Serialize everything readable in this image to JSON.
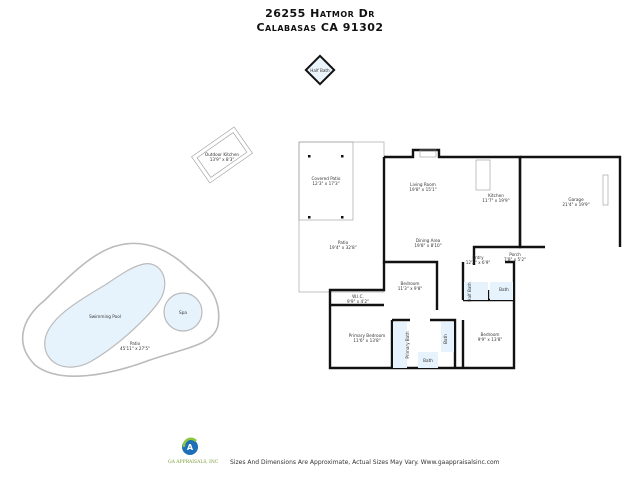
{
  "header": {
    "line1": "26255 Hatmor Dr",
    "line2": "Calabasas CA 91302"
  },
  "rooms": {
    "half_bath_top": "Half Bath",
    "outdoor_kitchen": {
      "name": "Outdoor Kitchen",
      "size": "13'9\" x 8'3\""
    },
    "covered_patio": {
      "name": "Covered Patio",
      "size": "12'3\" x 17'3\""
    },
    "patio": {
      "name": "Patio",
      "size": "19'4\" x 32'8\""
    },
    "living_room": {
      "name": "Living Room",
      "size": "19'8\" x 15'1\""
    },
    "kitchen": {
      "name": "Kitchen",
      "size": "11'7\" x 19'9\""
    },
    "garage": {
      "name": "Garage",
      "size": "21'4\" x 19'9\""
    },
    "dining_area": {
      "name": "Dining Area",
      "size": "19'8\" x 8'10\""
    },
    "entry": {
      "name": "Entry",
      "size": "12'2\" x 6'9\""
    },
    "porch": {
      "name": "Porch",
      "size": "7'8\" x 5'2\""
    },
    "bedroom_1": {
      "name": "Bedroom",
      "size": "11'3\" x 9'8\""
    },
    "wic": {
      "name": "W.I.C.",
      "size": "9'9\" x 4'2\""
    },
    "primary_bedroom": {
      "name": "Primary Bedroom",
      "size": "11'6\" x 13'8\""
    },
    "primary_bath": "Primary Bath",
    "bath_small": "Bath",
    "bath_vertical": "Bath",
    "half_bath": "Half Bath",
    "bath_upper": "Bath",
    "bedroom_2": {
      "name": "Bedroom",
      "size": "9'9\" x 13'8\""
    },
    "swimming_pool": "Swimming Pool",
    "spa": "Spa",
    "pool_patio": {
      "name": "Patio",
      "size": "45'11\" x 27'5\""
    }
  },
  "footer": {
    "logo_text": "GA APPRAISALS, INC",
    "disclaimer": "Sizes And Dimensions Are Approximate, Actual Sizes May Vary. Www.gaappraisalsinc.com"
  },
  "colors": {
    "pool": "#e6f3fc",
    "logo_blue": "#1e6fb8",
    "logo_green": "#8dc63f"
  }
}
